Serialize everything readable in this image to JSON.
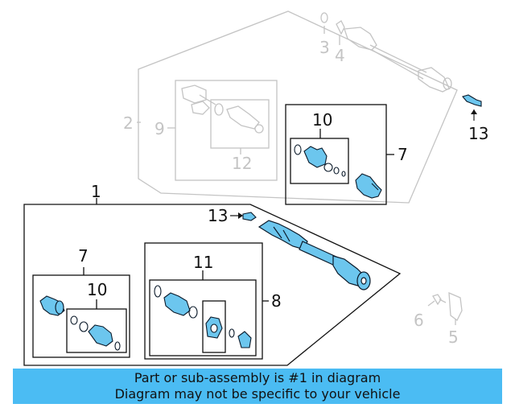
{
  "callouts": {
    "c3": "3",
    "c4": "4",
    "c2": "2",
    "c9": "9",
    "c12": "12",
    "c10_top": "10",
    "c7_top": "7",
    "c13_right": "13",
    "c1": "1",
    "c13_left": "13",
    "c7_left": "7",
    "c10_left": "10",
    "c11": "11",
    "c8": "8",
    "c6": "6",
    "c5": "5"
  },
  "banner": {
    "line1": "Part or sub-assembly is #1 in diagram",
    "line2": "Diagram may not be specific to your vehicle"
  },
  "colors": {
    "part_fill": "#6cc6ee",
    "part_stroke": "#0b1a2a",
    "ghost_stroke": "#c4c4c4",
    "banner": "#4bbcf3"
  }
}
